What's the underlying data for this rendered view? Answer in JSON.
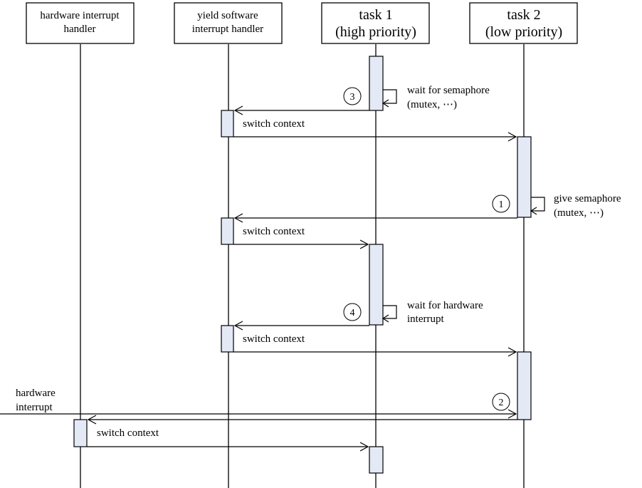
{
  "actors": {
    "hw_handler": [
      "hardware interrupt",
      "handler"
    ],
    "yield_handler": [
      "yield software",
      "interrupt handler"
    ],
    "task1": [
      "task 1",
      "(high priority)"
    ],
    "task2": [
      "task 2",
      "(low priority)"
    ]
  },
  "labels": {
    "switch_context": "switch context",
    "wait_semaphore": [
      "wait for semaphore",
      "(mutex, ⋯)"
    ],
    "give_semaphore": [
      "give semaphore",
      "(mutex, ⋯)"
    ],
    "wait_hw_interrupt": [
      "wait for hardware",
      "interrupt"
    ],
    "hardware_interrupt": [
      "hardware",
      "interrupt"
    ]
  },
  "steps": {
    "step1": "1",
    "step2": "2",
    "step3": "3",
    "step4": "4"
  }
}
